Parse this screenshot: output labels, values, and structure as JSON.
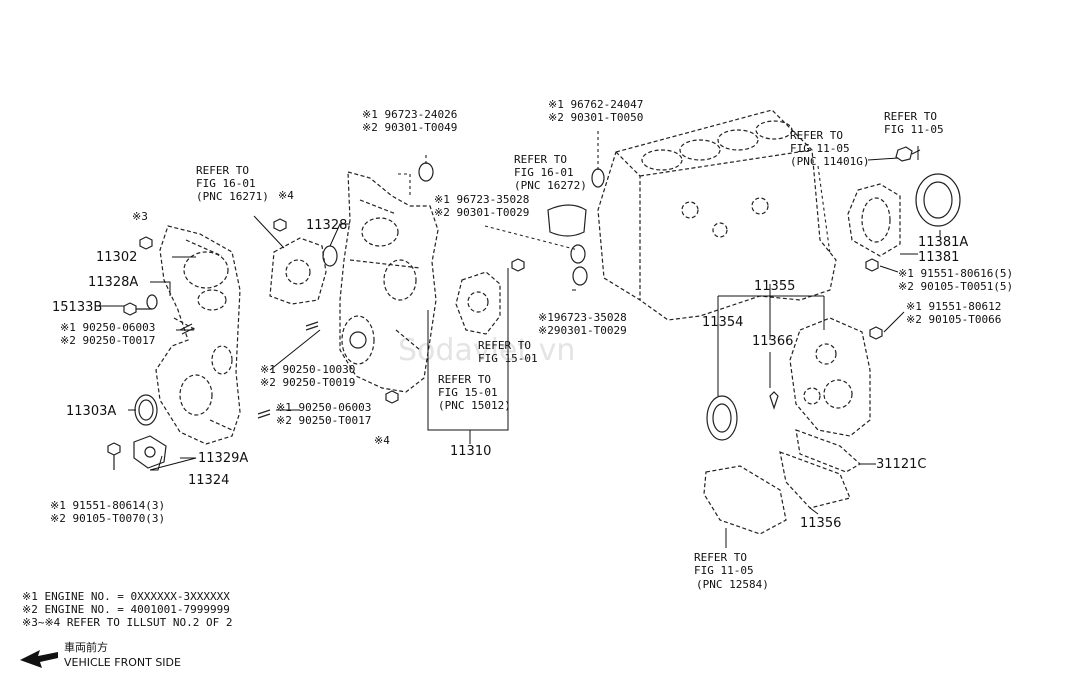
{
  "watermark": "Sodaviet.vn",
  "part_numbers": {
    "p11302": "11302",
    "p11328A": "11328A",
    "p15133B": "15133B",
    "p11303A": "11303A",
    "p11329A": "11329A",
    "p11324": "11324",
    "p11328": "11328",
    "p11310": "11310",
    "p11355": "11355",
    "p11354": "11354",
    "p11366": "11366",
    "p11381A": "11381A",
    "p11381": "11381",
    "p31121C": "31121C",
    "p11356": "11356"
  },
  "markers": {
    "m3": "※3",
    "m4a": "※4",
    "m4b": "※4"
  },
  "notes": {
    "n1a": "※1 96723-24026",
    "n1b": "※2 90301-T0049",
    "n2a": "※1 96762-24047",
    "n2b": "※2 90301-T0050",
    "n3a": "※1 96723-35028",
    "n3b": "※2 90301-T0029",
    "n4a": "※196723-35028",
    "n4b": "※290301-T0029",
    "n5a": "※1 90250-06003",
    "n5b": "※2 90250-T0017",
    "n6a": "※1 90250-10030",
    "n6b": "※2 90250-T0019",
    "n7a": "※1 90250-06003",
    "n7b": "※2 90250-T0017",
    "n8a": "※1 91551-80614(3)",
    "n8b": "※2 90105-T0070(3)",
    "n9a": "※1 91551-80616(5)",
    "n9b": "※2 90105-T0051(5)",
    "n10a": "※1 91551-80612",
    "n10b": "※2 90105-T0066"
  },
  "refers": {
    "r1": [
      "REFER TO",
      "FIG 16-01",
      "(PNC 16271)"
    ],
    "r2": [
      "REFER TO",
      "FIG 16-01",
      "(PNC 16272)"
    ],
    "r3": [
      "REFER TO",
      "FIG 15-01"
    ],
    "r4": [
      "REFER TO",
      "FIG 15-01",
      "(PNC 15012)"
    ],
    "r5": [
      "REFER TO",
      "FIG 11-05",
      "(PNC 11401G)"
    ],
    "r6": [
      "REFER TO",
      "FIG 11-05"
    ],
    "r7": [
      "REFER TO",
      "FIG 11-05",
      "(PNC 12584)"
    ]
  },
  "legend": {
    "l1": "※1  ENGINE NO. = 0XXXXXX-3XXXXXX",
    "l2": "※2  ENGINE NO. = 4001001-7999999",
    "l3": "※3~※4 REFER TO ILLSUT NO.2 OF 2"
  },
  "direction": {
    "jp": "車両前方",
    "en": "VEHICLE FRONT SIDE"
  }
}
